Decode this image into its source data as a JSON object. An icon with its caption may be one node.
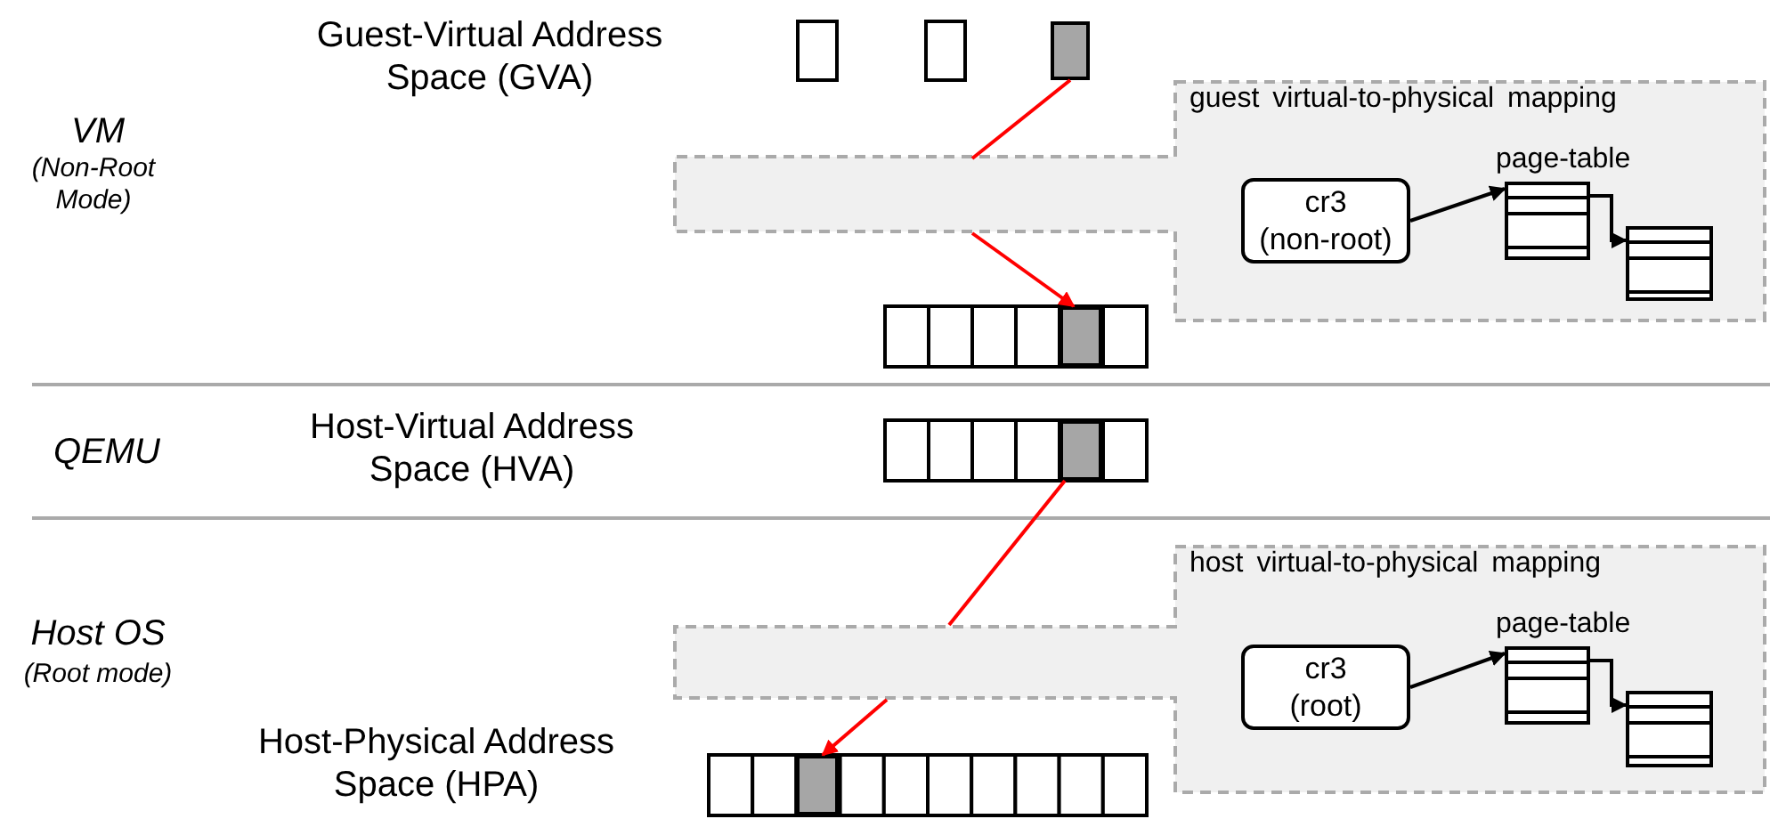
{
  "diagram": {
    "nodes": [
      {
        "text": [],
        "shape": "box"
      },
      {
        "text": [
          "guest virtual-to-physical mapping"
        ]
      },
      {
        "text": [],
        "shape": "box"
      },
      {
        "text": [
          "cr3 (non-root)"
        ],
        "in": 1
      },
      {
        "text": [
          "page-table"
        ],
        "in": 1
      },
      {
        "text": [],
        "shape": "box",
        "in": 1
      },
      {
        "text": [],
        "shape": "box"
      },
      {
        "text": [
          "host virtual-to-physical mapping"
        ]
      },
      {
        "text": [],
        "shape": "box"
      },
      {
        "text": [
          "cr3 (root)"
        ],
        "in": 7
      },
      {
        "text": [
          "page-table"
        ],
        "in": 7
      },
      {
        "text": [],
        "shape": "box",
        "in": 7
      }
    ],
    "edges": [
      {
        "from": 0,
        "to": 1,
        "arrow": "none",
        "color": "#ff0000"
      },
      {
        "from": 1,
        "to": 2,
        "arrow": "to",
        "color": "#ff0000"
      },
      {
        "from": 3,
        "to": 4,
        "arrow": "to",
        "color": "#000000"
      },
      {
        "from": 4,
        "to": 5,
        "arrow": "to",
        "color": "#000000"
      },
      {
        "from": 6,
        "to": 7,
        "arrow": "none",
        "color": "#ff0000"
      },
      {
        "from": 7,
        "to": 8,
        "arrow": "to",
        "color": "#ff0000"
      },
      {
        "from": 9,
        "to": 10,
        "arrow": "to",
        "color": "#000000"
      },
      {
        "from": 10,
        "to": 11,
        "arrow": "to",
        "color": "#000000"
      }
    ],
    "labels": [
      "Guest-Virtual Address Space (GVA)",
      "VM",
      "(Non-Root Mode)",
      "QEMU",
      "Host-Virtual Address Space (HVA)",
      "Host OS",
      "(Root mode)",
      "Host-Physical Address Space (HPA)"
    ]
  }
}
